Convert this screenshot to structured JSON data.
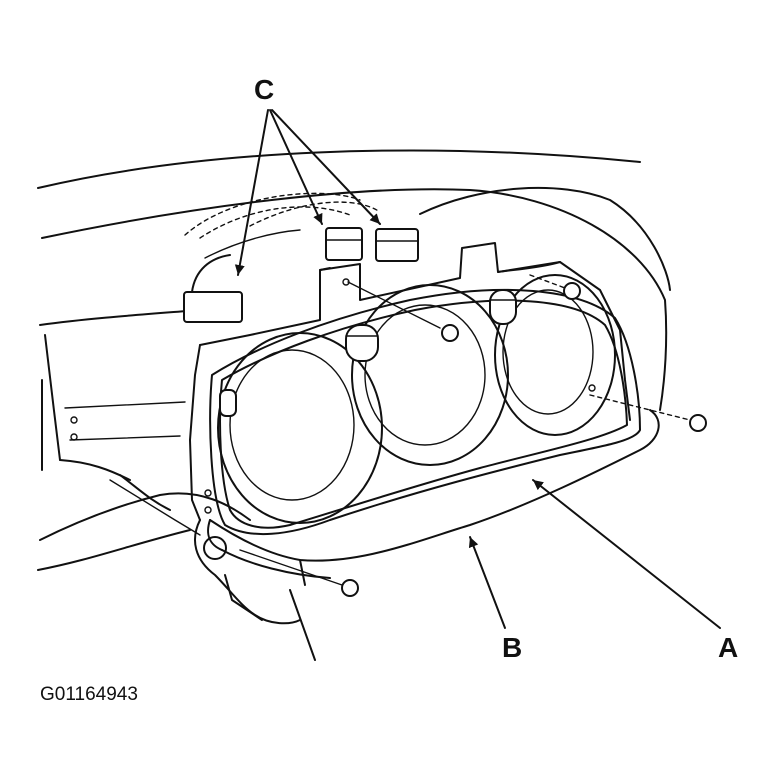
{
  "diagram": {
    "callouts": {
      "a": "A",
      "b": "B",
      "c": "C"
    },
    "figure_id": "G01164943"
  },
  "colors": {
    "ink": "#111111",
    "background": "#ffffff"
  }
}
